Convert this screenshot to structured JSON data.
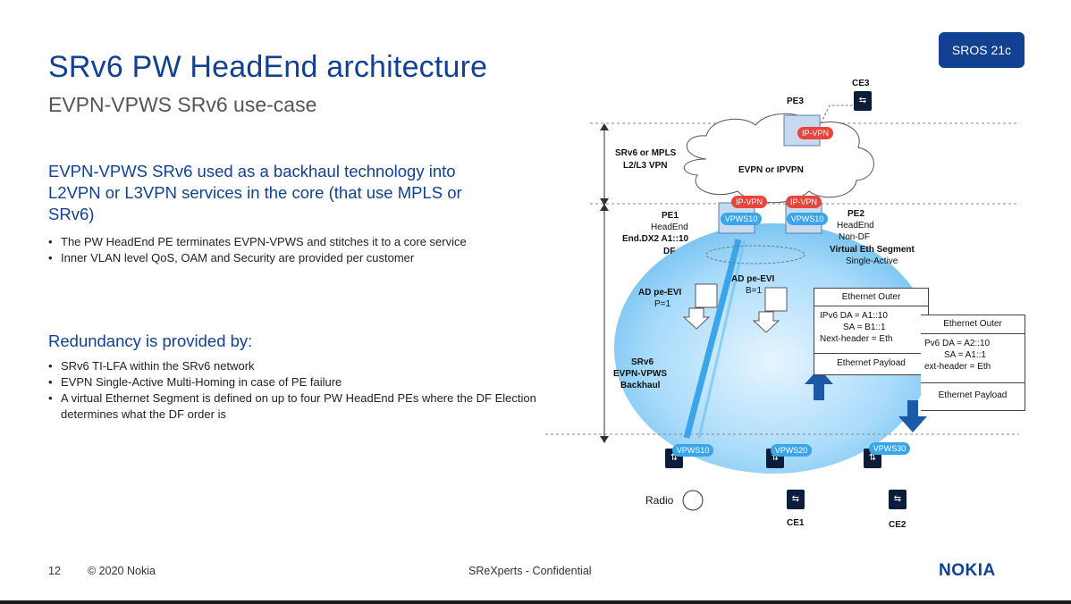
{
  "slide": {
    "title": "SRv6 PW HeadEnd architecture",
    "subtitle": "EVPN-VPWS SRv6 use-case",
    "badge": "SROS 21c",
    "section1_heading": "EVPN-VPWS SRv6 used as a backhaul technology into L2VPN or L3VPN services in the core (that use MPLS or SRv6)",
    "section1_bullets": [
      "The PW HeadEnd PE terminates EVPN-VPWS and stitches it to a core service",
      "Inner VLAN level QoS, OAM and Security are provided per customer"
    ],
    "section2_heading": "Redundancy is provided by:",
    "section2_bullets": [
      "SRv6 TI-LFA within the SRv6 network",
      "EVPN Single-Active Multi-Homing in case of PE failure",
      "A virtual Ethernet Segment is defined on up to four PW HeadEnd PEs where the DF Election determines what the DF order is"
    ],
    "footer": {
      "page": "12",
      "copyright": "© 2020 Nokia",
      "center": "SReXperts - Confidential",
      "logo": "NOKIA"
    }
  },
  "diagram": {
    "pe3": "PE3",
    "ce3": "CE3",
    "core_label_1": "SRv6 or MPLS",
    "core_label_2": "L2/L3 VPN",
    "cloud": "EVPN or IPVPN",
    "ipvpn_tag": "IP-VPN",
    "pe1_name": "PE1",
    "pe1_role": "HeadEnd",
    "pe1_end": "End.DX2 A1::10",
    "pe1_df": "DF",
    "pe2_name": "PE2",
    "pe2_role": "HeadEnd",
    "pe2_df": "Non-DF",
    "pe2_es": "Virtual Eth Segment",
    "pe2_mode": "Single-Active",
    "vpws10": "VPWS10",
    "ad1_title": "AD pe-EVI",
    "ad1_val": "P=1",
    "ad2_title": "AD pe-EVI",
    "ad2_val": "B=1",
    "backhaul_1": "SRv6",
    "backhaul_2": "EVPN-VPWS",
    "backhaul_3": "Backhaul",
    "pkt1_outer": "Ethernet Outer",
    "pkt1_line1": "IPv6 DA = A1::10",
    "pkt1_line2": "SA = B1::1",
    "pkt1_line3": "Next-header = Eth",
    "pkt1_payload": "Ethernet Payload",
    "pkt2_outer": "Ethernet Outer",
    "pkt2_line1": "Pv6 DA = A2::10",
    "pkt2_line2": "SA = A1::1",
    "pkt2_line3": "ext-header = Eth",
    "pkt2_payload": "Ethernet Payload",
    "vpws_bottom": [
      "VPWS10",
      "VPWS20",
      "VPWS30"
    ],
    "radio": "Radio",
    "ce1": "CE1",
    "ce2": "CE2"
  },
  "colors": {
    "nokia_blue": "#124191",
    "ipvpn_red": "#e8453c",
    "vpws_blue": "#3aa5e8",
    "sphere": "#9fd3f5"
  }
}
